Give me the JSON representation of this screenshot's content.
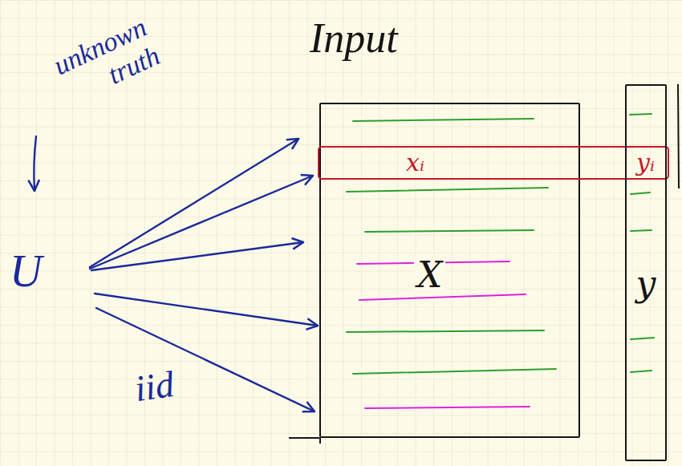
{
  "diagram": {
    "nodes": [
      {
        "text": [
          "Input",
          "X"
        ]
      },
      {
        "text": [
          "xᵢ",
          "yᵢ"
        ]
      },
      {
        "text": [
          "y"
        ]
      }
    ],
    "labels": [
      "unknown truth",
      "U",
      "iid"
    ]
  }
}
